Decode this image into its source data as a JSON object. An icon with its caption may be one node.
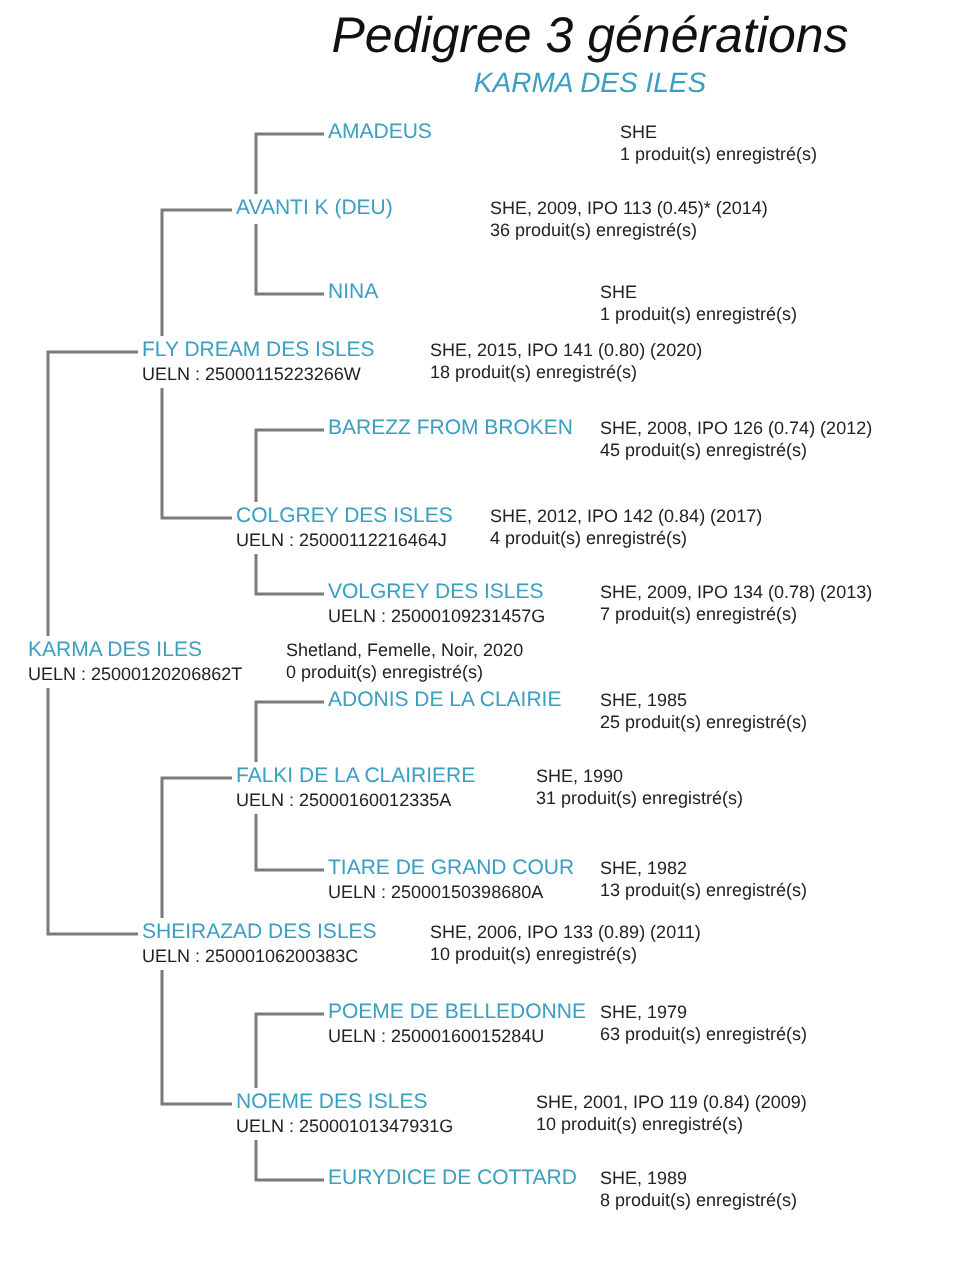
{
  "diagram": {
    "title": "Pedigree 3 générations",
    "labels": [
      "KARMA DES ILES"
    ],
    "nodes": [
      {
        "text": [
          "AMADEUS"
        ],
        "beside": [
          "SHE",
          "1 produit(s) enregistré(s)"
        ]
      },
      {
        "text": [
          "AVANTI K (DEU)"
        ],
        "beside": [
          "SHE, 2009, IPO 113 (0.45)* (2014)",
          "36 produit(s) enregistré(s)"
        ]
      },
      {
        "text": [
          "NINA"
        ],
        "beside": [
          "SHE",
          "1 produit(s) enregistré(s)"
        ]
      },
      {
        "text": [
          "FLY DREAM DES ISLES",
          "UELN : 25000115223266W"
        ],
        "beside": [
          "SHE, 2015, IPO 141 (0.80) (2020)",
          "18 produit(s) enregistré(s)"
        ]
      },
      {
        "text": [
          "BAREZZ FROM BROKEN"
        ],
        "beside": [
          "SHE, 2008, IPO 126 (0.74) (2012)",
          "45 produit(s) enregistré(s)"
        ]
      },
      {
        "text": [
          "COLGREY DES ISLES",
          "UELN : 25000112216464J"
        ],
        "beside": [
          "SHE, 2012, IPO 142 (0.84) (2017)",
          "4 produit(s) enregistré(s)"
        ]
      },
      {
        "text": [
          "VOLGREY DES ISLES",
          "UELN : 25000109231457G"
        ],
        "beside": [
          "SHE, 2009, IPO 134 (0.78) (2013)",
          "7 produit(s) enregistré(s)"
        ]
      },
      {
        "text": [
          "KARMA DES ILES",
          "UELN : 25000120206862T"
        ],
        "beside": [
          "Shetland, Femelle, Noir, 2020",
          "0 produit(s) enregistré(s)"
        ]
      },
      {
        "text": [
          "ADONIS DE LA CLAIRIE"
        ],
        "beside": [
          "SHE, 1985",
          "25 produit(s) enregistré(s)"
        ]
      },
      {
        "text": [
          "FALKI DE LA CLAIRIERE",
          "UELN : 25000160012335A"
        ],
        "beside": [
          "SHE, 1990",
          "31 produit(s) enregistré(s)"
        ]
      },
      {
        "text": [
          "TIARE DE GRAND COUR",
          "UELN : 25000150398680A"
        ],
        "beside": [
          "SHE, 1982",
          "13 produit(s) enregistré(s)"
        ]
      },
      {
        "text": [
          "SHEIRAZAD DES ISLES",
          "UELN : 25000106200383C"
        ],
        "beside": [
          "SHE, 2006, IPO 133 (0.89) (2011)",
          "10 produit(s) enregistré(s)"
        ]
      },
      {
        "text": [
          "POEME DE BELLEDONNE",
          "UELN : 25000160015284U"
        ],
        "beside": [
          "SHE, 1979",
          "63 produit(s) enregistré(s)"
        ]
      },
      {
        "text": [
          "NOEME DES ISLES",
          "UELN : 25000101347931G"
        ],
        "beside": [
          "SHE, 2001, IPO 119 (0.84) (2009)",
          "10 produit(s) enregistré(s)"
        ]
      },
      {
        "text": [
          "EURYDICE DE COTTARD"
        ],
        "beside": [
          "SHE, 1989",
          "8 produit(s) enregistré(s)"
        ]
      }
    ],
    "edges": [
      {
        "from": 1,
        "to": 0,
        "arrow": "none"
      },
      {
        "from": 1,
        "to": 2,
        "arrow": "none"
      },
      {
        "from": 3,
        "to": 1,
        "arrow": "none"
      },
      {
        "from": 3,
        "to": 5,
        "arrow": "none"
      },
      {
        "from": 5,
        "to": 4,
        "arrow": "none"
      },
      {
        "from": 5,
        "to": 6,
        "arrow": "none"
      },
      {
        "from": 7,
        "to": 3,
        "arrow": "none"
      },
      {
        "from": 7,
        "to": 11,
        "arrow": "none"
      },
      {
        "from": 9,
        "to": 8,
        "arrow": "none"
      },
      {
        "from": 9,
        "to": 10,
        "arrow": "none"
      },
      {
        "from": 11,
        "to": 9,
        "arrow": "none"
      },
      {
        "from": 11,
        "to": 13,
        "arrow": "none"
      },
      {
        "from": 13,
        "to": 12,
        "arrow": "none"
      },
      {
        "from": 13,
        "to": 14,
        "arrow": "none"
      }
    ]
  }
}
